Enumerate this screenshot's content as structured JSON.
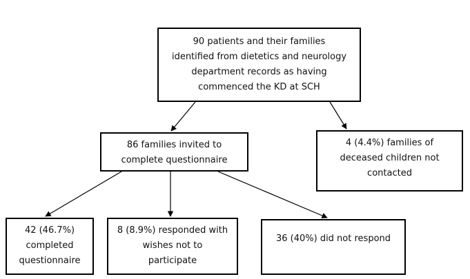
{
  "boxes": {
    "root": [
      "90 patients and their families",
      "identified from dietetics and neurology",
      "department records as having",
      "commenced the KD at SCH"
    ],
    "invited": [
      "86 families invited to",
      "complete questionnaire"
    ],
    "deceased": [
      "4 (4.4%) families of",
      "deceased children not",
      "contacted"
    ],
    "completed": [
      "42 (46.7%)",
      "completed",
      "questionnaire"
    ],
    "declined": [
      "8 (8.9%) responded with",
      "wishes not to",
      "participate"
    ],
    "no_response": [
      "36 (40%) did not respond"
    ]
  }
}
